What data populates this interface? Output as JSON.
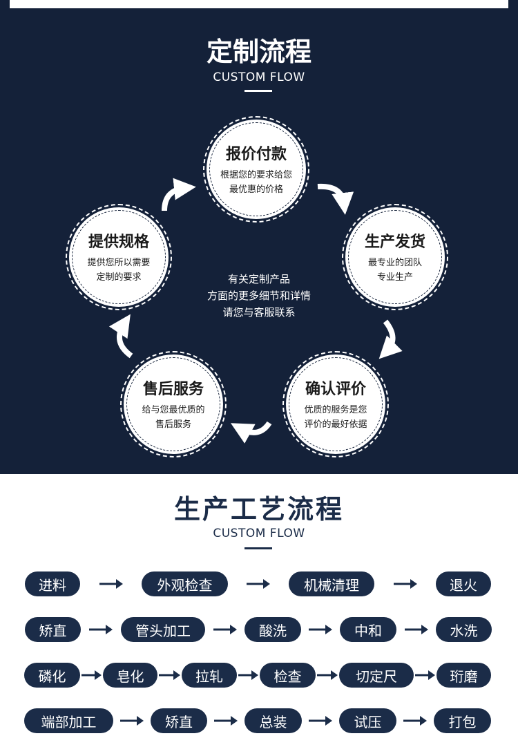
{
  "custom_flow": {
    "title": "定制流程",
    "subtitle": "CUSTOM FLOW",
    "steps": [
      {
        "title": "报价付款",
        "desc": [
          "根据您的要求给您",
          "最优惠的价格"
        ]
      },
      {
        "title": "生产发货",
        "desc": [
          "最专业的团队",
          "专业生产"
        ]
      },
      {
        "title": "确认评价",
        "desc": [
          "优质的服务是您",
          "评价的最好依据"
        ]
      },
      {
        "title": "售后服务",
        "desc": [
          "给与您最优质的",
          "售后服务"
        ]
      },
      {
        "title": "提供规格",
        "desc": [
          "提供您所以需要",
          "定制的要求"
        ]
      }
    ],
    "center_text": [
      "有关定制产品",
      "方面的更多细节和详情",
      "请您与客服联系"
    ]
  },
  "process": {
    "title": "生产工艺流程",
    "subtitle": "CUSTOM FLOW",
    "rows": [
      [
        "进料",
        "外观检查",
        "机械清理",
        "退火"
      ],
      [
        "矫直",
        "管头加工",
        "酸洗",
        "中和",
        "水洗"
      ],
      [
        "磷化",
        "皂化",
        "拉轧",
        "检查",
        "切定尺",
        "珩磨"
      ],
      [
        "端部加工",
        "矫直",
        "总装",
        "试压",
        "打包"
      ]
    ]
  },
  "colors": {
    "dark": "#142139",
    "pill": "#1b2c48"
  }
}
